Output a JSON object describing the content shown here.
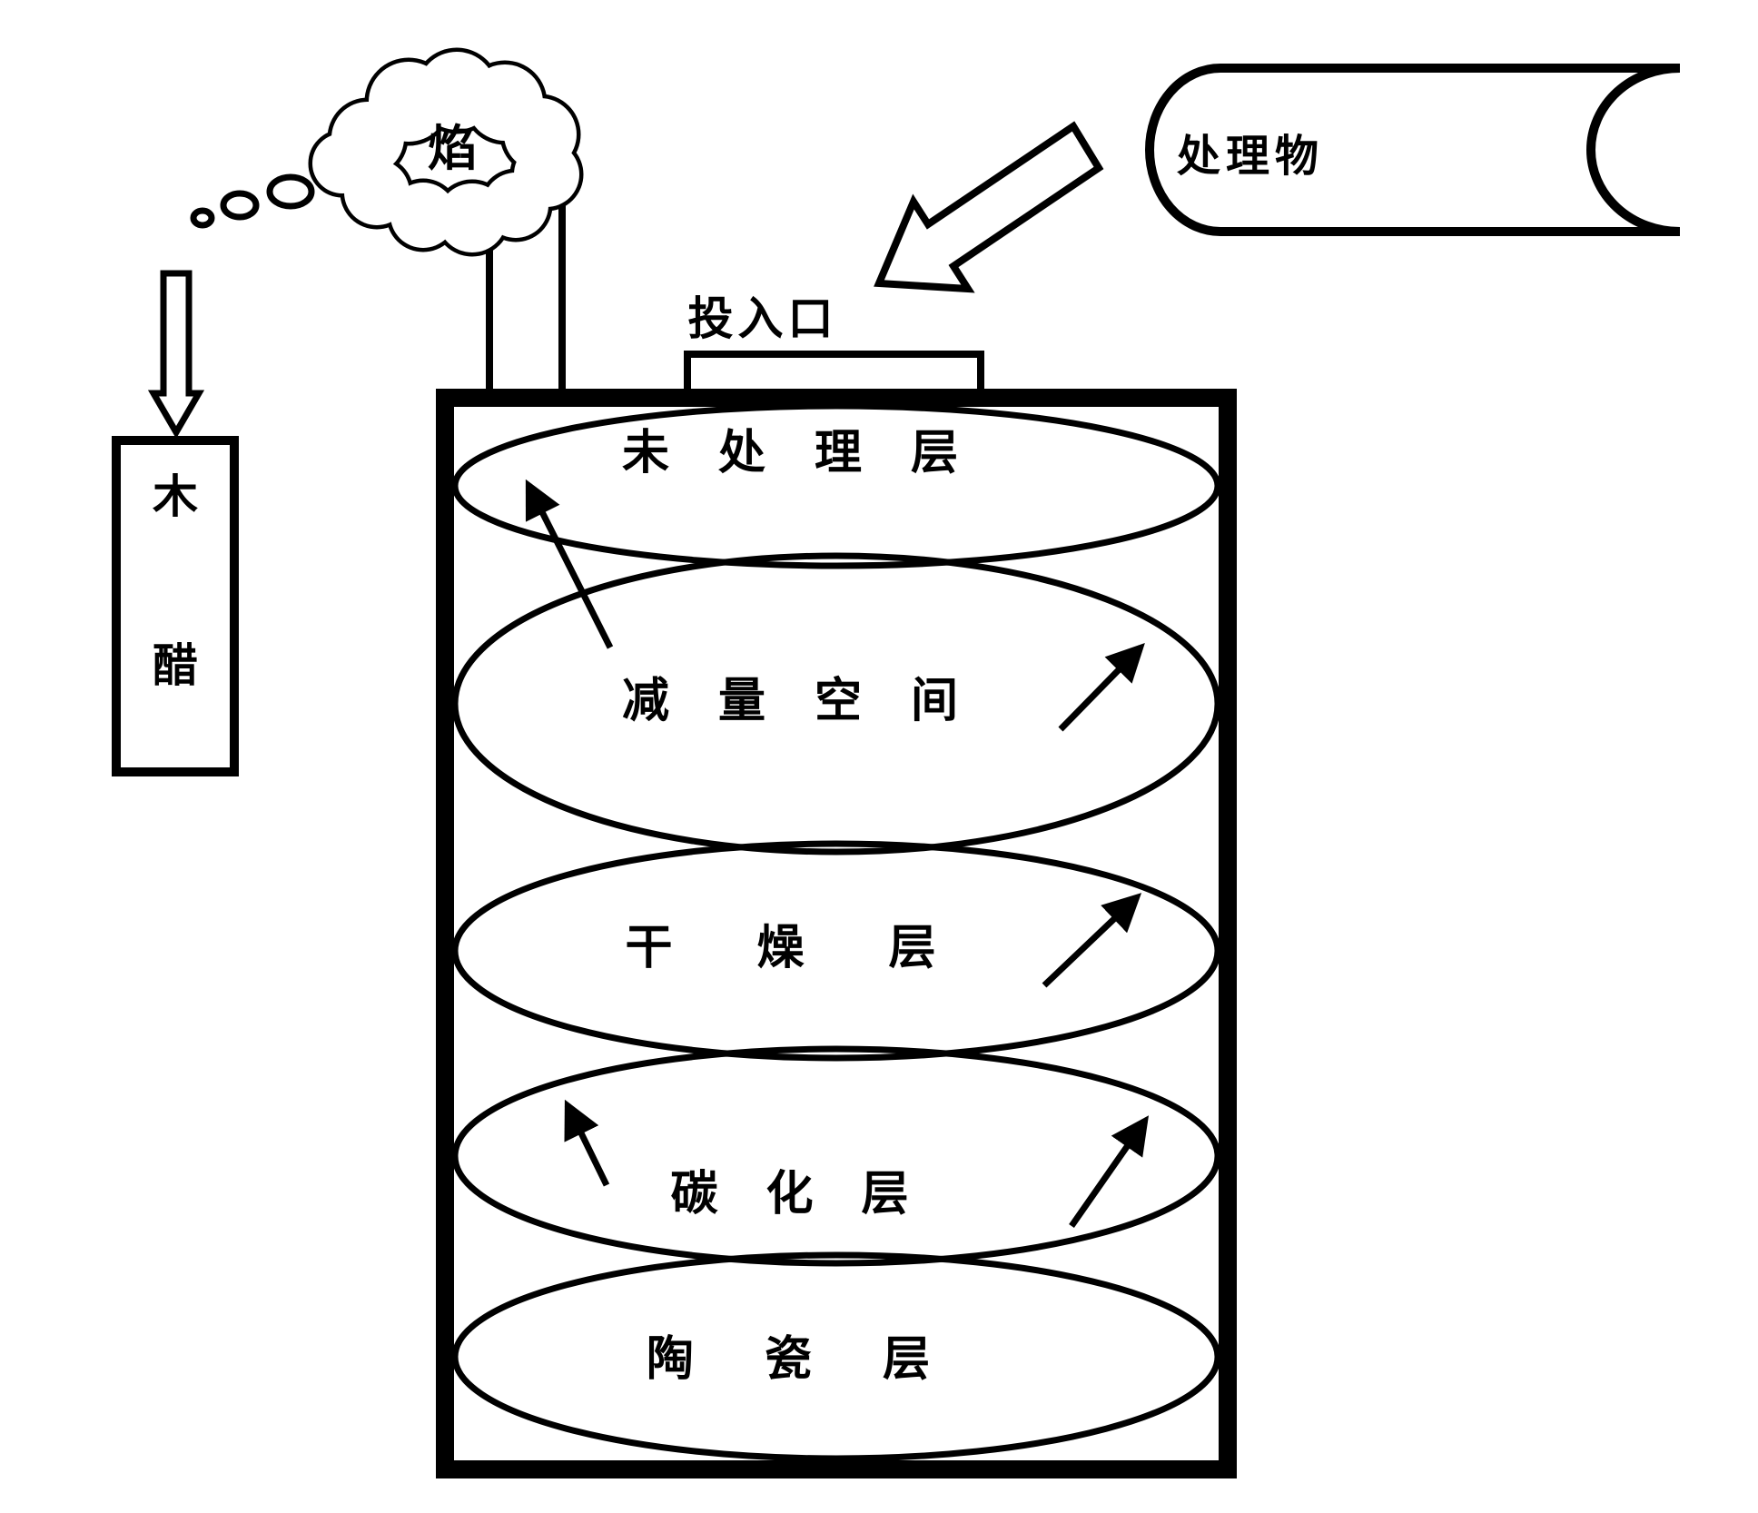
{
  "flame": {
    "label": "焰"
  },
  "material": {
    "label": "处理物"
  },
  "inlet": {
    "label": "投入口"
  },
  "wood_vinegar": {
    "top": "木",
    "bottom": "醋"
  },
  "layers": [
    {
      "id": "untreated-layer",
      "label": "未处理层"
    },
    {
      "id": "reduction-space",
      "label": "减量空间"
    },
    {
      "id": "drying-layer",
      "label": "干燥层"
    },
    {
      "id": "carbonization-layer",
      "label": "碳化层"
    },
    {
      "id": "ceramic-layer",
      "label": "陶瓷层"
    }
  ],
  "colors": {
    "ink": "#000000",
    "background": "#ffffff"
  }
}
